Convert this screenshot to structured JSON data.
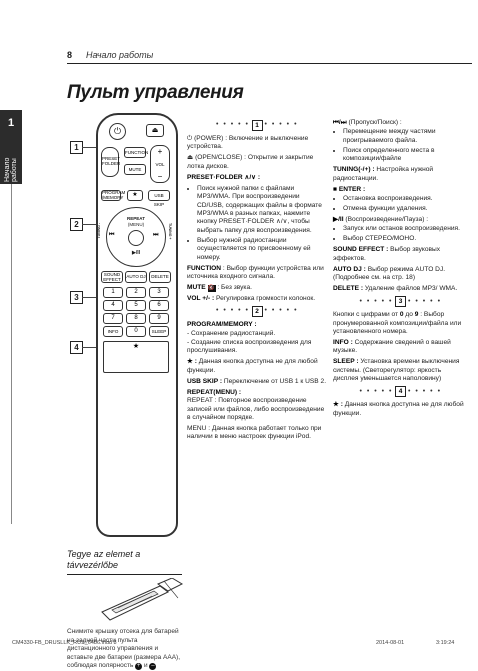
{
  "header": {
    "page_number": "8",
    "title": "Начало работы"
  },
  "side_tab": {
    "number": "1",
    "label": "Начало работы"
  },
  "section_title": "Пульт управления",
  "remote": {
    "markers": [
      "1",
      "2",
      "3",
      "4"
    ],
    "buttons": {
      "function": "FUNCTION",
      "preset_folder": "PRESET FOLDER",
      "vol": "VOL",
      "mute": "MUTE",
      "program_memory": "PROGRAM /MEMORY",
      "usb_skip": "USB SKIP",
      "repeat": "REPEAT",
      "repeat_sub": "(MENU)",
      "tuning_minus": "TUNING -",
      "tuning_plus": "TUNING +",
      "sound_effect": "SOUND EFFECT",
      "auto_dj": "AUTO DJ",
      "delete": "DELETE",
      "digits": [
        "1",
        "2",
        "3",
        "4",
        "5",
        "6",
        "7",
        "8",
        "9"
      ],
      "info": "INFO",
      "zero": "0",
      "sleep": "SLEEP",
      "star": "★"
    }
  },
  "battery": {
    "title": "Tegye az elemet a távvezérlőbe",
    "note": "Снимите крышку отсека для батарей на задней части пульта дистанционного управления и вставьте две батареи (размера AAA), соблюдая полярность",
    "plus": "+",
    "conj": "и",
    "minus": "–"
  },
  "col1": {
    "band": "1",
    "power": {
      "icon": "⏻",
      "label": "(POWER)",
      "desc": " : Включение и выключение устройства."
    },
    "open": {
      "icon": "⏏",
      "label": "(OPEN/CLOSE)",
      "desc": " : Открытие и закрытие лотка дисков."
    },
    "preset_folder": {
      "label": "PRESET·FOLDER ∧/∨ :"
    },
    "preset_list": [
      "Поиск нужной папки с файлами MP3/WMA. При воспроизведении CD/USB, содержащих файлы в формате MP3/WMA в разных папках, нажмите кнопку PRESET·FOLDER ∧/∨, чтобы выбрать папку для воспроизведения.",
      "Выбор нужной радиостанции осуществляется по присвоенному ей номеру."
    ],
    "function": {
      "label": "FUNCTION",
      "desc": " : Выбор функции устройства или источника входного сигнала."
    },
    "mute": {
      "label": "MUTE",
      "desc": " : Без звука."
    },
    "vol": {
      "label": "VOL +/- :",
      "desc": " Регулировка громкости колонок."
    },
    "band2": "2",
    "program": {
      "label": "PROGRAM/MEMORY :",
      "lines": [
        "- Сохранение радиостанций.",
        "- Создание списка воспроизведения для прослушивания."
      ]
    },
    "star": {
      "label": "★ :",
      "desc": " Данная кнопка доступна не для любой функции."
    },
    "usb_skip": {
      "label": "USB SKIP :",
      "desc": " Переключение от USB 1 к USB 2."
    },
    "repeat": {
      "label": "REPEAT(MENU) :",
      "desc1": "REPEAT : Повторное воспроизведение записей или файлов, либо воспроизведение в случайном порядке.",
      "desc2": "MENU : Данная кнопка работает только при наличии в меню настроек функции iPod."
    }
  },
  "col2": {
    "skip": {
      "label": "⏮/⏭",
      "desc": " (Пропуск/Поиск) :"
    },
    "skip_list": [
      "Перемещение между частями проигрываемого файла.",
      "Поиск определенного места в композиции/файле"
    ],
    "tuning": {
      "label": "TUNING(-/+) :",
      "desc": " Настройка нужной радиостанции."
    },
    "enter": {
      "label": "■ ENTER :"
    },
    "enter_list": [
      "Остановка воспроизведения.",
      "Отмена функции удаления."
    ],
    "play": {
      "label": "▶/II",
      "desc": " (Воспроизведение/Пауза) :"
    },
    "play_list": [
      "Запуск или останов воспроизведения.",
      "Выбор СТЕРЕО/МОНО."
    ],
    "sound": {
      "label": "SOUND EFFECT :",
      "desc": " Выбор звуковых эффектов."
    },
    "autodj": {
      "label": "AUTO DJ :",
      "desc": " Выбор режима AUTO DJ. (Подробнее см. на стр. 18)"
    },
    "delete": {
      "label": "DELETE :",
      "desc": " Удаление файлов MP3/ WMA."
    },
    "band3": "3",
    "digits": {
      "desc1": "Кнопки с цифрами от ",
      "d0": "0",
      "mid": " до ",
      "d9": "9",
      "desc2": " : Выбор пронумерованной композиции/файла или установленного номера."
    },
    "info": {
      "label": "INFO :",
      "desc": " Содержание сведений о вашей музыке."
    },
    "sleep": {
      "label": "SLEEP :",
      "desc": " Установка времени выключения системы. (Светорегулятор: яркость дисплея уменьшается наполовину)"
    },
    "band4": "4",
    "star": {
      "label": "★ :",
      "desc": " Данная кнопка доступна не для любой функции."
    }
  },
  "footer": {
    "file": "CM4330-FB_DRUSLLK_RUS_6486.indd   8",
    "date": "2014-08-01",
    "time": "3:19:24"
  }
}
